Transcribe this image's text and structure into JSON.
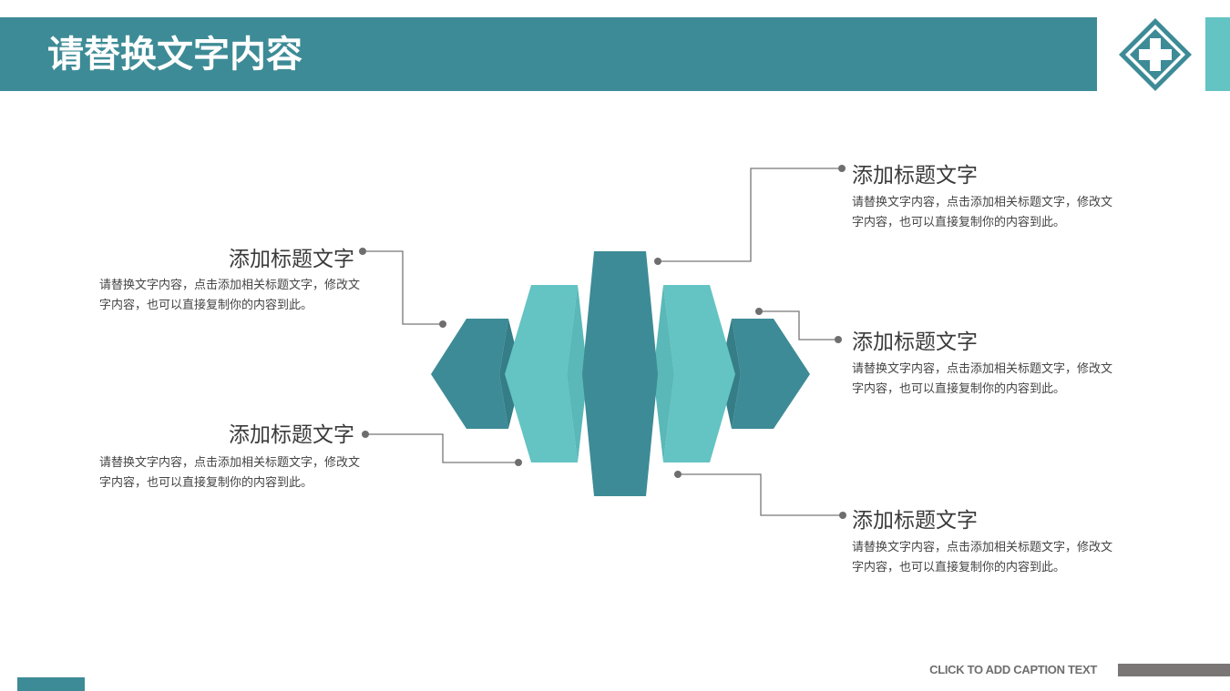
{
  "header": {
    "title": "请替换文字内容",
    "color_primary": "#3d8b96",
    "color_accent": "#64c3c3",
    "logo_icon": "medical-cross-icon"
  },
  "items": [
    {
      "title": "添加标题文字",
      "desc": "请替换文字内容，点击添加相关标题文字，修改文字内容，也可以直接复制你的内容到此。"
    },
    {
      "title": "添加标题文字",
      "desc": "请替换文字内容，点击添加相关标题文字，修改文字内容，也可以直接复制你的内容到此。"
    },
    {
      "title": "添加标题文字",
      "desc": "请替换文字内容，点击添加相关标题文字，修改文字内容，也可以直接复制你的内容到此。"
    },
    {
      "title": "添加标题文字",
      "desc": "请替换文字内容，点击添加相关标题文字，修改文字内容，也可以直接复制你的内容到此。"
    },
    {
      "title": "添加标题文字",
      "desc": "请替换文字内容，点击添加相关标题文字，修改文字内容，也可以直接复制你的内容到此。"
    }
  ],
  "footer": {
    "caption": "CLICK TO ADD CAPTION TEXT",
    "caption_color": "#7a7676"
  }
}
